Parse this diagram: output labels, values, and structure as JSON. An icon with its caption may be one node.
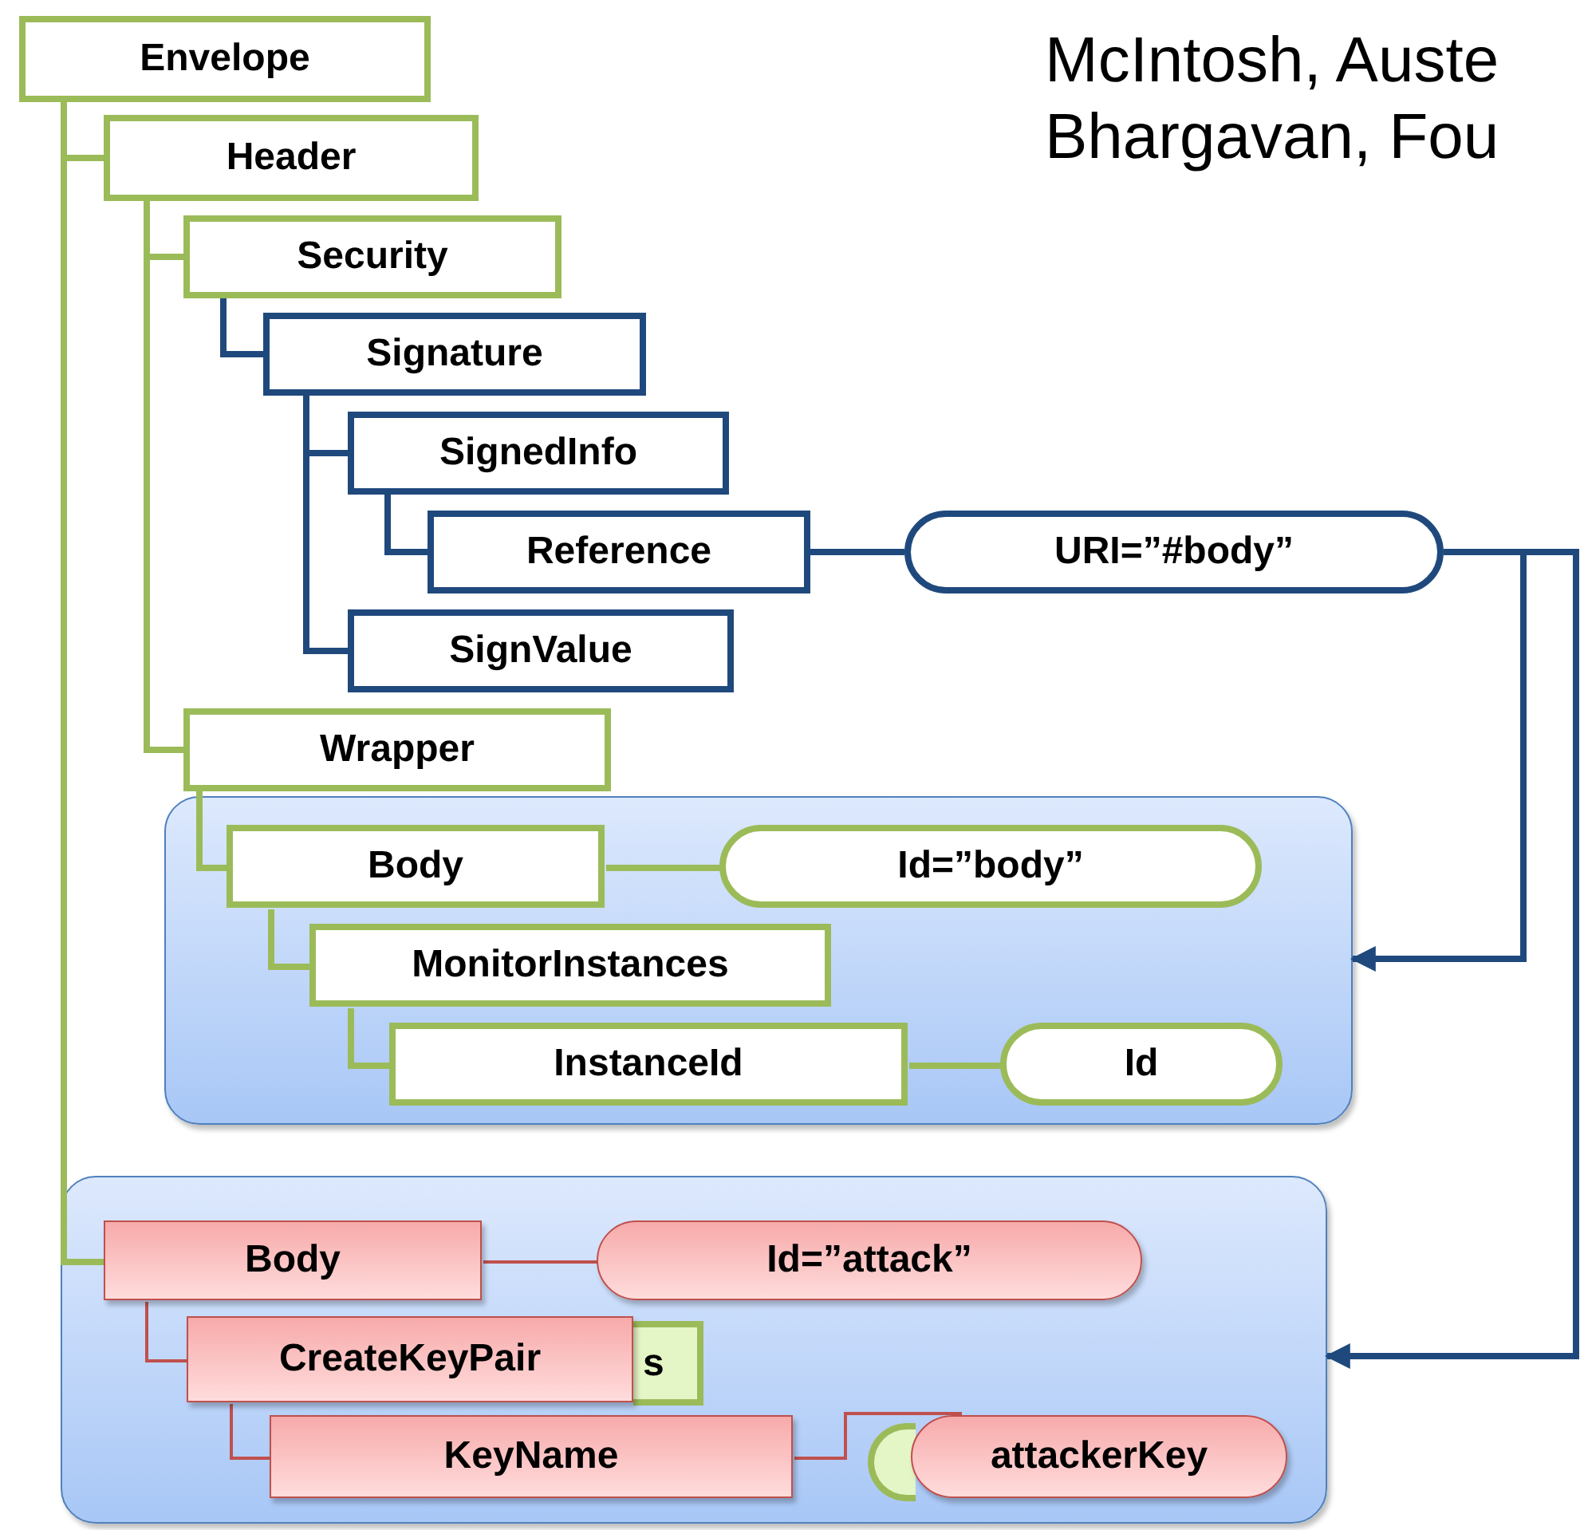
{
  "diagram": {
    "nodes": [
      {
        "text": [
          "Envelope"
        ]
      },
      {
        "text": [
          "Header"
        ]
      },
      {
        "text": [
          "Security"
        ]
      },
      {
        "text": [
          "Signature"
        ]
      },
      {
        "text": [
          "SignedInfo"
        ]
      },
      {
        "text": [
          "Reference"
        ]
      },
      {
        "text": [
          "URI=”#body”"
        ]
      },
      {
        "text": [
          "SignValue"
        ]
      },
      {
        "text": [
          "Wrapper"
        ]
      },
      {
        "text": [],
        "shape": "box"
      },
      {
        "text": [
          "Body"
        ],
        "in": 9
      },
      {
        "text": [
          "Id=”body”"
        ],
        "in": 9
      },
      {
        "text": [
          "MonitorInstances"
        ],
        "in": 9
      },
      {
        "text": [
          "InstanceId"
        ],
        "in": 9
      },
      {
        "text": [
          "Id"
        ],
        "in": 9
      },
      {
        "text": [],
        "shape": "box"
      },
      {
        "text": [
          "Body"
        ],
        "in": 15
      },
      {
        "text": [
          "Id=”attack”"
        ],
        "in": 15
      },
      {
        "text": [
          "s"
        ],
        "in": 15
      },
      {
        "text": [
          "CreateKeyPair"
        ],
        "in": 15
      },
      {
        "text": [
          "KeyName"
        ],
        "in": 15
      },
      {
        "text": [],
        "shape": "pill",
        "in": 15
      },
      {
        "text": [
          "attackerKey"
        ],
        "in": 15
      }
    ],
    "edges": [
      {
        "from": 0,
        "to": 1,
        "arrow": "none"
      },
      {
        "from": 1,
        "to": 2,
        "arrow": "none"
      },
      {
        "from": 2,
        "to": 3,
        "arrow": "none",
        "color": "#1f497d"
      },
      {
        "from": 3,
        "to": 4,
        "arrow": "none",
        "color": "#1f497d"
      },
      {
        "from": 4,
        "to": 5,
        "arrow": "none",
        "color": "#1f497d"
      },
      {
        "from": 5,
        "to": 6,
        "arrow": "none",
        "color": "#1f497d"
      },
      {
        "from": 3,
        "to": 7,
        "arrow": "none",
        "color": "#1f497d"
      },
      {
        "from": 1,
        "to": 8,
        "arrow": "none"
      },
      {
        "from": 6,
        "to": 9,
        "arrow": "to",
        "color": "#1f497d"
      },
      {
        "from": 6,
        "to": 15,
        "arrow": "to",
        "color": "#1f497d"
      },
      {
        "from": 8,
        "to": 10,
        "arrow": "none"
      },
      {
        "from": 10,
        "to": 11,
        "arrow": "none"
      },
      {
        "from": 10,
        "to": 12,
        "arrow": "none"
      },
      {
        "from": 12,
        "to": 13,
        "arrow": "none"
      },
      {
        "from": 13,
        "to": 14,
        "arrow": "none"
      },
      {
        "from": 0,
        "to": 16,
        "arrow": "none"
      },
      {
        "from": 16,
        "to": 17,
        "arrow": "none",
        "color": "#c0504d"
      },
      {
        "from": 16,
        "to": 19,
        "arrow": "none",
        "color": "#c0504d"
      },
      {
        "from": 19,
        "to": 20,
        "arrow": "none",
        "color": "#c0504d"
      },
      {
        "from": 20,
        "to": 22,
        "arrow": "none",
        "color": "#c0504d"
      }
    ],
    "labels": [
      "McIntosh, Auste",
      "Bhargavan, Fou"
    ]
  }
}
